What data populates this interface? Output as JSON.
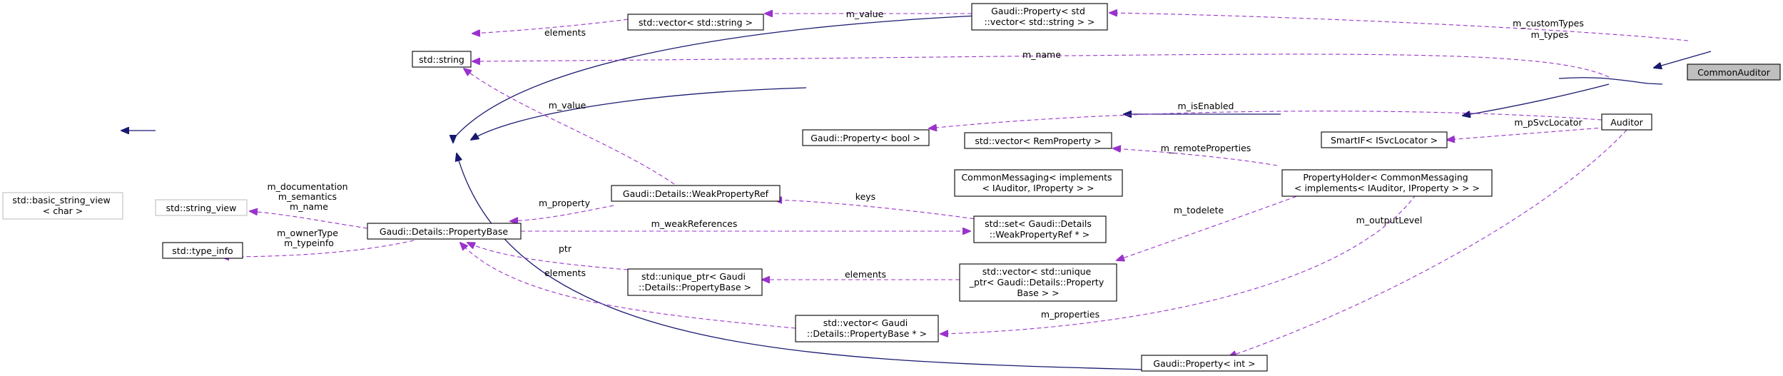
{
  "nodes": {
    "common_auditor": [
      "CommonAuditor"
    ],
    "auditor": [
      "Auditor"
    ],
    "prop_vec_string": [
      "Gaudi::Property< std",
      "::vector< std::string > >"
    ],
    "vector_string": [
      "std::vector< std::string >"
    ],
    "std_string": [
      "std::string"
    ],
    "prop_bool": [
      "Gaudi::Property< bool >"
    ],
    "smartif": [
      "SmartIF< ISvcLocator >"
    ],
    "vector_remprop": [
      "std::vector< RemProperty >"
    ],
    "common_messaging": [
      "CommonMessaging< implements",
      "< IAuditor, IProperty > >"
    ],
    "property_holder": [
      "PropertyHolder< CommonMessaging",
      "< implements< IAuditor, IProperty > > >"
    ],
    "weak_ref": [
      "Gaudi::Details::WeakPropertyRef"
    ],
    "set_weak": [
      "std::set< Gaudi::Details",
      "::WeakPropertyRef * >"
    ],
    "basic_string_view": [
      "std::basic_string_view",
      "< char >"
    ],
    "string_view": [
      "std::string_view"
    ],
    "property_base": [
      "Gaudi::Details::PropertyBase"
    ],
    "type_info": [
      "std::type_info"
    ],
    "unique_ptr": [
      "std::unique_ptr< Gaudi",
      "::Details::PropertyBase >"
    ],
    "vector_unique": [
      "std::vector< std::unique",
      "_ptr< Gaudi::Details::Property",
      "Base > >"
    ],
    "vector_pb_ptr": [
      "std::vector< Gaudi",
      "::Details::PropertyBase * >"
    ],
    "prop_int": [
      "Gaudi::Property< int >"
    ]
  },
  "edge_labels": {
    "m_value_top": [
      "m_value"
    ],
    "elements_top": [
      "elements"
    ],
    "m_custom": [
      "m_customTypes",
      "m_types"
    ],
    "m_name": [
      "m_name"
    ],
    "m_value_mid": [
      "m_value"
    ],
    "m_isEnabled": [
      "m_isEnabled"
    ],
    "m_pSvcLocator": [
      "m_pSvcLocator"
    ],
    "m_remote": [
      "m_remoteProperties"
    ],
    "m_doc": [
      "m_documentation",
      "m_semantics",
      "m_name"
    ],
    "m_property": [
      "m_property"
    ],
    "keys": [
      "keys"
    ],
    "m_weak": [
      "m_weakReferences"
    ],
    "m_todelete": [
      "m_todelete"
    ],
    "m_outputLevel": [
      "m_outputLevel"
    ],
    "m_owner": [
      "m_ownerType",
      "m_typeinfo"
    ],
    "ptr": [
      "ptr"
    ],
    "elements_mid": [
      "elements"
    ],
    "elements_low": [
      "elements"
    ],
    "m_properties": [
      "m_properties"
    ]
  },
  "colors": {
    "inheritance": "#191970",
    "usage": "#9a32cd",
    "node_border": "#000000",
    "node_grey_border": "#bfbfbf",
    "root_fill": "#bfbfbf"
  }
}
